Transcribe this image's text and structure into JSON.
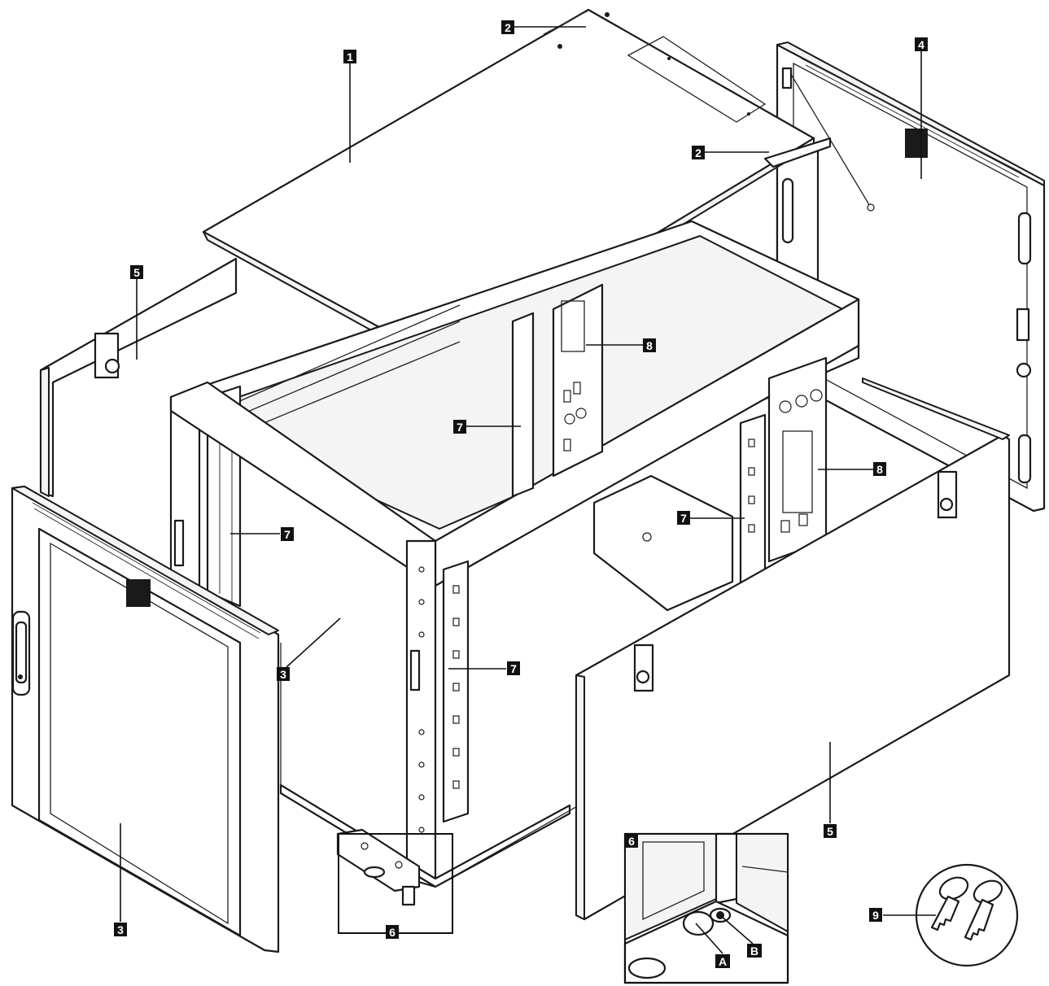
{
  "callouts": {
    "c1": "1",
    "c2a": "2",
    "c2b": "2",
    "c3a": "3",
    "c3b": "3",
    "c4": "4",
    "c5a": "5",
    "c5b": "5",
    "c6a": "6",
    "c6b": "6",
    "c7a": "7",
    "c7b": "7",
    "c7c": "7",
    "c7d": "7",
    "c8a": "8",
    "c8b": "8",
    "c9": "9",
    "cA": "A",
    "cB": "B"
  }
}
